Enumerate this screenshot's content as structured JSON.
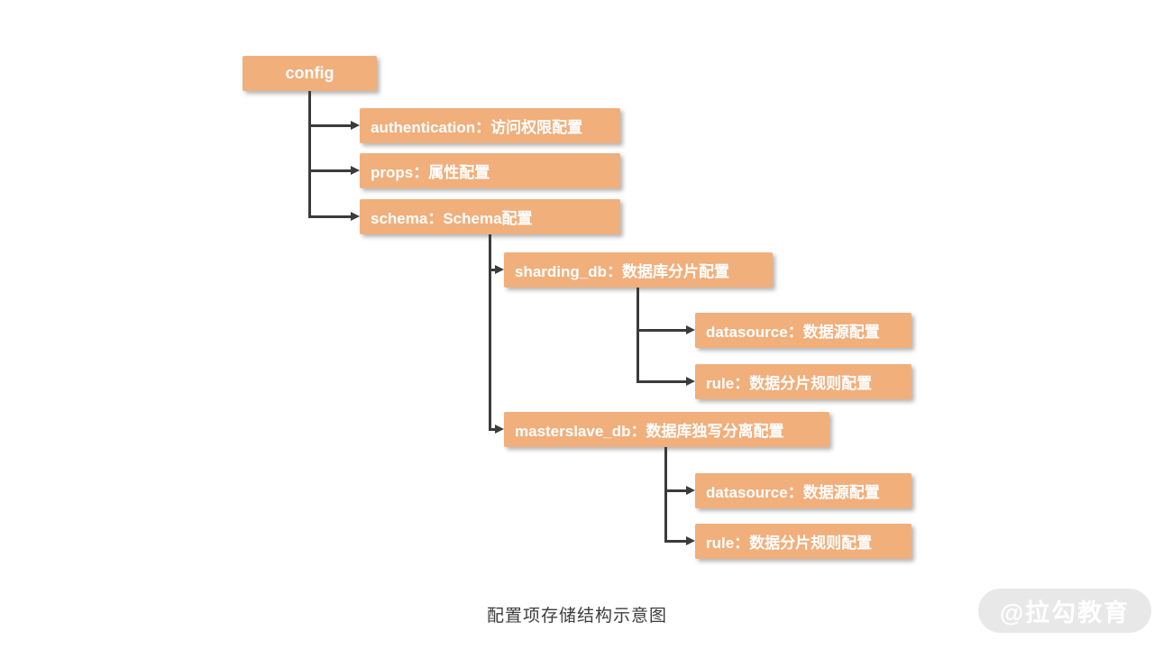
{
  "diagram": {
    "type": "tree",
    "caption": "配置项存储结构示意图",
    "watermark": {
      "text": "@拉勾教育"
    },
    "colors": {
      "node_fill": "#F1AF7C",
      "node_text": "#FFFFFF",
      "connector_line": "#3B3B3B",
      "caption_text": "#3C3C3C",
      "watermark_bg": "#E7E7E7",
      "watermark_text": "#FFFFFF",
      "background": "#FFFFFF"
    },
    "tree": {
      "label": "config",
      "children": [
        {
          "label": "authentication：访问权限配置",
          "children": []
        },
        {
          "label": "props：属性配置",
          "children": []
        },
        {
          "label": "schema：Schema配置",
          "children": [
            {
              "label": "sharding_db：数据库分片配置",
              "children": [
                {
                  "label": "datasource：数据源配置"
                },
                {
                  "label": "rule：数据分片规则配置"
                }
              ]
            },
            {
              "label": "masterslave_db：数据库独写分离配置",
              "children": [
                {
                  "label": "datasource：数据源配置"
                },
                {
                  "label": "rule：数据分片规则配置"
                }
              ]
            }
          ]
        }
      ]
    }
  }
}
